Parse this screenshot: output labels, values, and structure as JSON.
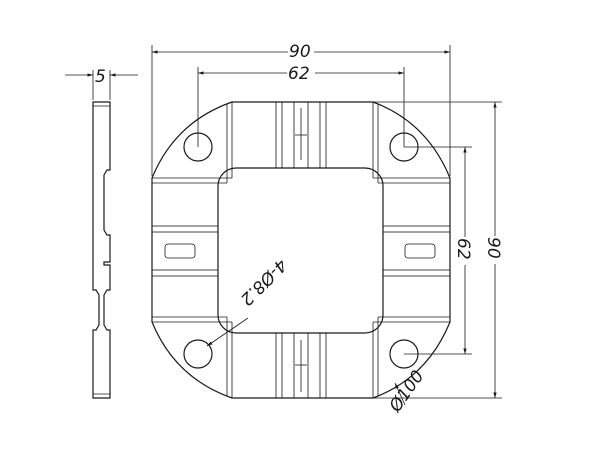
{
  "drawing": {
    "thickness_label": "5",
    "width_label": "90",
    "hole_spacing_x_label": "62",
    "height_label": "90",
    "hole_spacing_y_label": "62",
    "hole_label": "4-Ø8.2",
    "diameter_label": "Ø100"
  }
}
